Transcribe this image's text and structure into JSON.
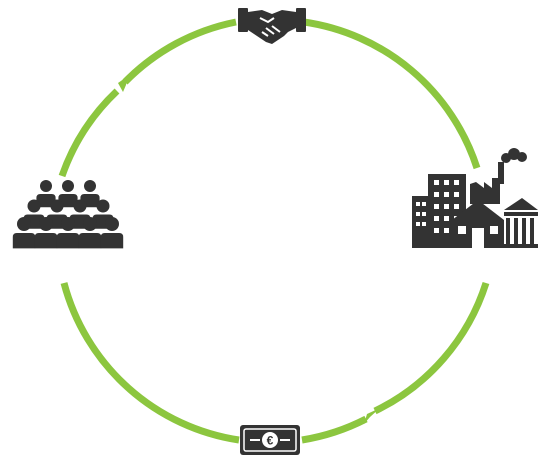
{
  "diagram": {
    "type": "cycle",
    "ring_color": "#8cc63f",
    "icon_color": "#333333",
    "nodes": [
      {
        "id": "top",
        "icon": "handshake-icon"
      },
      {
        "id": "right",
        "icon": "city-buildings-icon"
      },
      {
        "id": "bottom",
        "icon": "euro-banknote-icon",
        "symbol": "€"
      },
      {
        "id": "left",
        "icon": "crowd-of-people-icon"
      }
    ],
    "flow_direction": "counter-clockwise"
  }
}
